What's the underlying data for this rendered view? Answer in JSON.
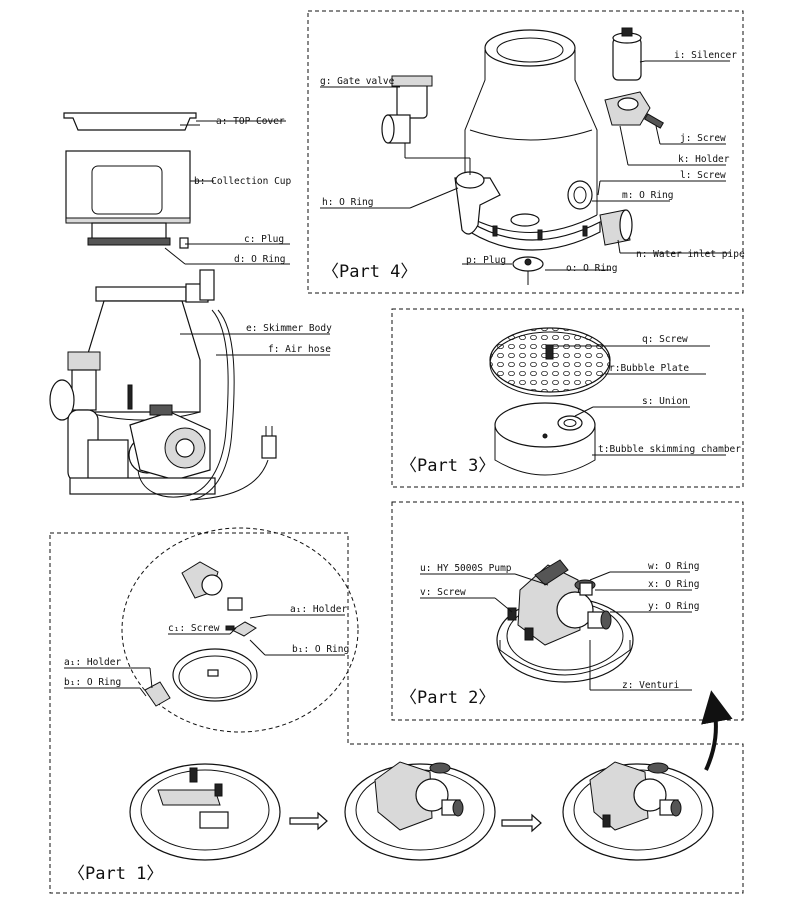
{
  "parts": {
    "part1": "〈Part 1〉",
    "part2": "〈Part 2〉",
    "part3": "〈Part 3〉",
    "part4": "〈Part 4〉"
  },
  "labels": {
    "a": "a: TOP Cover",
    "b": "b: Collection Cup",
    "c": "c: Plug",
    "d": "d: O Ring",
    "e": "e: Skimmer Body",
    "f": "f: Air hose",
    "g": "g: Gate valve",
    "h": "h: O Ring",
    "i": "i: Silencer",
    "j": "j: Screw",
    "k": "k: Holder",
    "l": "l: Screw",
    "m": "m: O Ring",
    "n": "n: Water inlet pipe",
    "o": "o: O Ring",
    "p": "p: Plug",
    "q": "q: Screw",
    "r": "r:Bubble Plate",
    "s": "s: Union",
    "t": "t:Bubble skimming chamber",
    "u": "u: HY 5000S Pump",
    "v": "v: Screw",
    "w": "w: O Ring",
    "x": "x: O Ring",
    "y": "y: O Ring",
    "z": "z: Venturi",
    "a1_right": "a₁: Holder",
    "b1_right": "b₁: O Ring",
    "c1": "c₁: Screw",
    "a1_left": "a₁: Holder",
    "b1_left": "b₁: O Ring"
  }
}
